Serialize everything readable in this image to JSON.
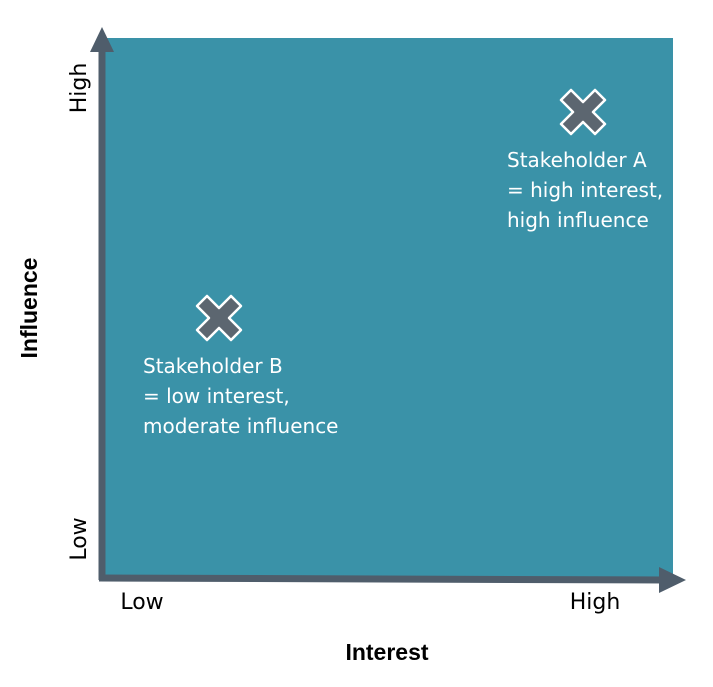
{
  "diagram": {
    "y_axis": {
      "title": "Influence",
      "high_label": "High",
      "low_label": "Low"
    },
    "x_axis": {
      "title": "Interest",
      "low_label": "Low",
      "high_label": "High"
    },
    "markers": [
      {
        "name": "stakeholder-a",
        "lines": [
          "Stakeholder A",
          "= high interest,",
          "high influence"
        ]
      },
      {
        "name": "stakeholder-b",
        "lines": [
          "Stakeholder B",
          "= low interest,",
          "moderate influence"
        ]
      }
    ],
    "colors": {
      "quadrant_fill": "#3A92A8",
      "axis": "#4F5D6B",
      "marker": "#5C6670",
      "marker_outline": "#FFFFFF",
      "label_text": "#FFFFFF",
      "axis_text": "#000000"
    }
  }
}
